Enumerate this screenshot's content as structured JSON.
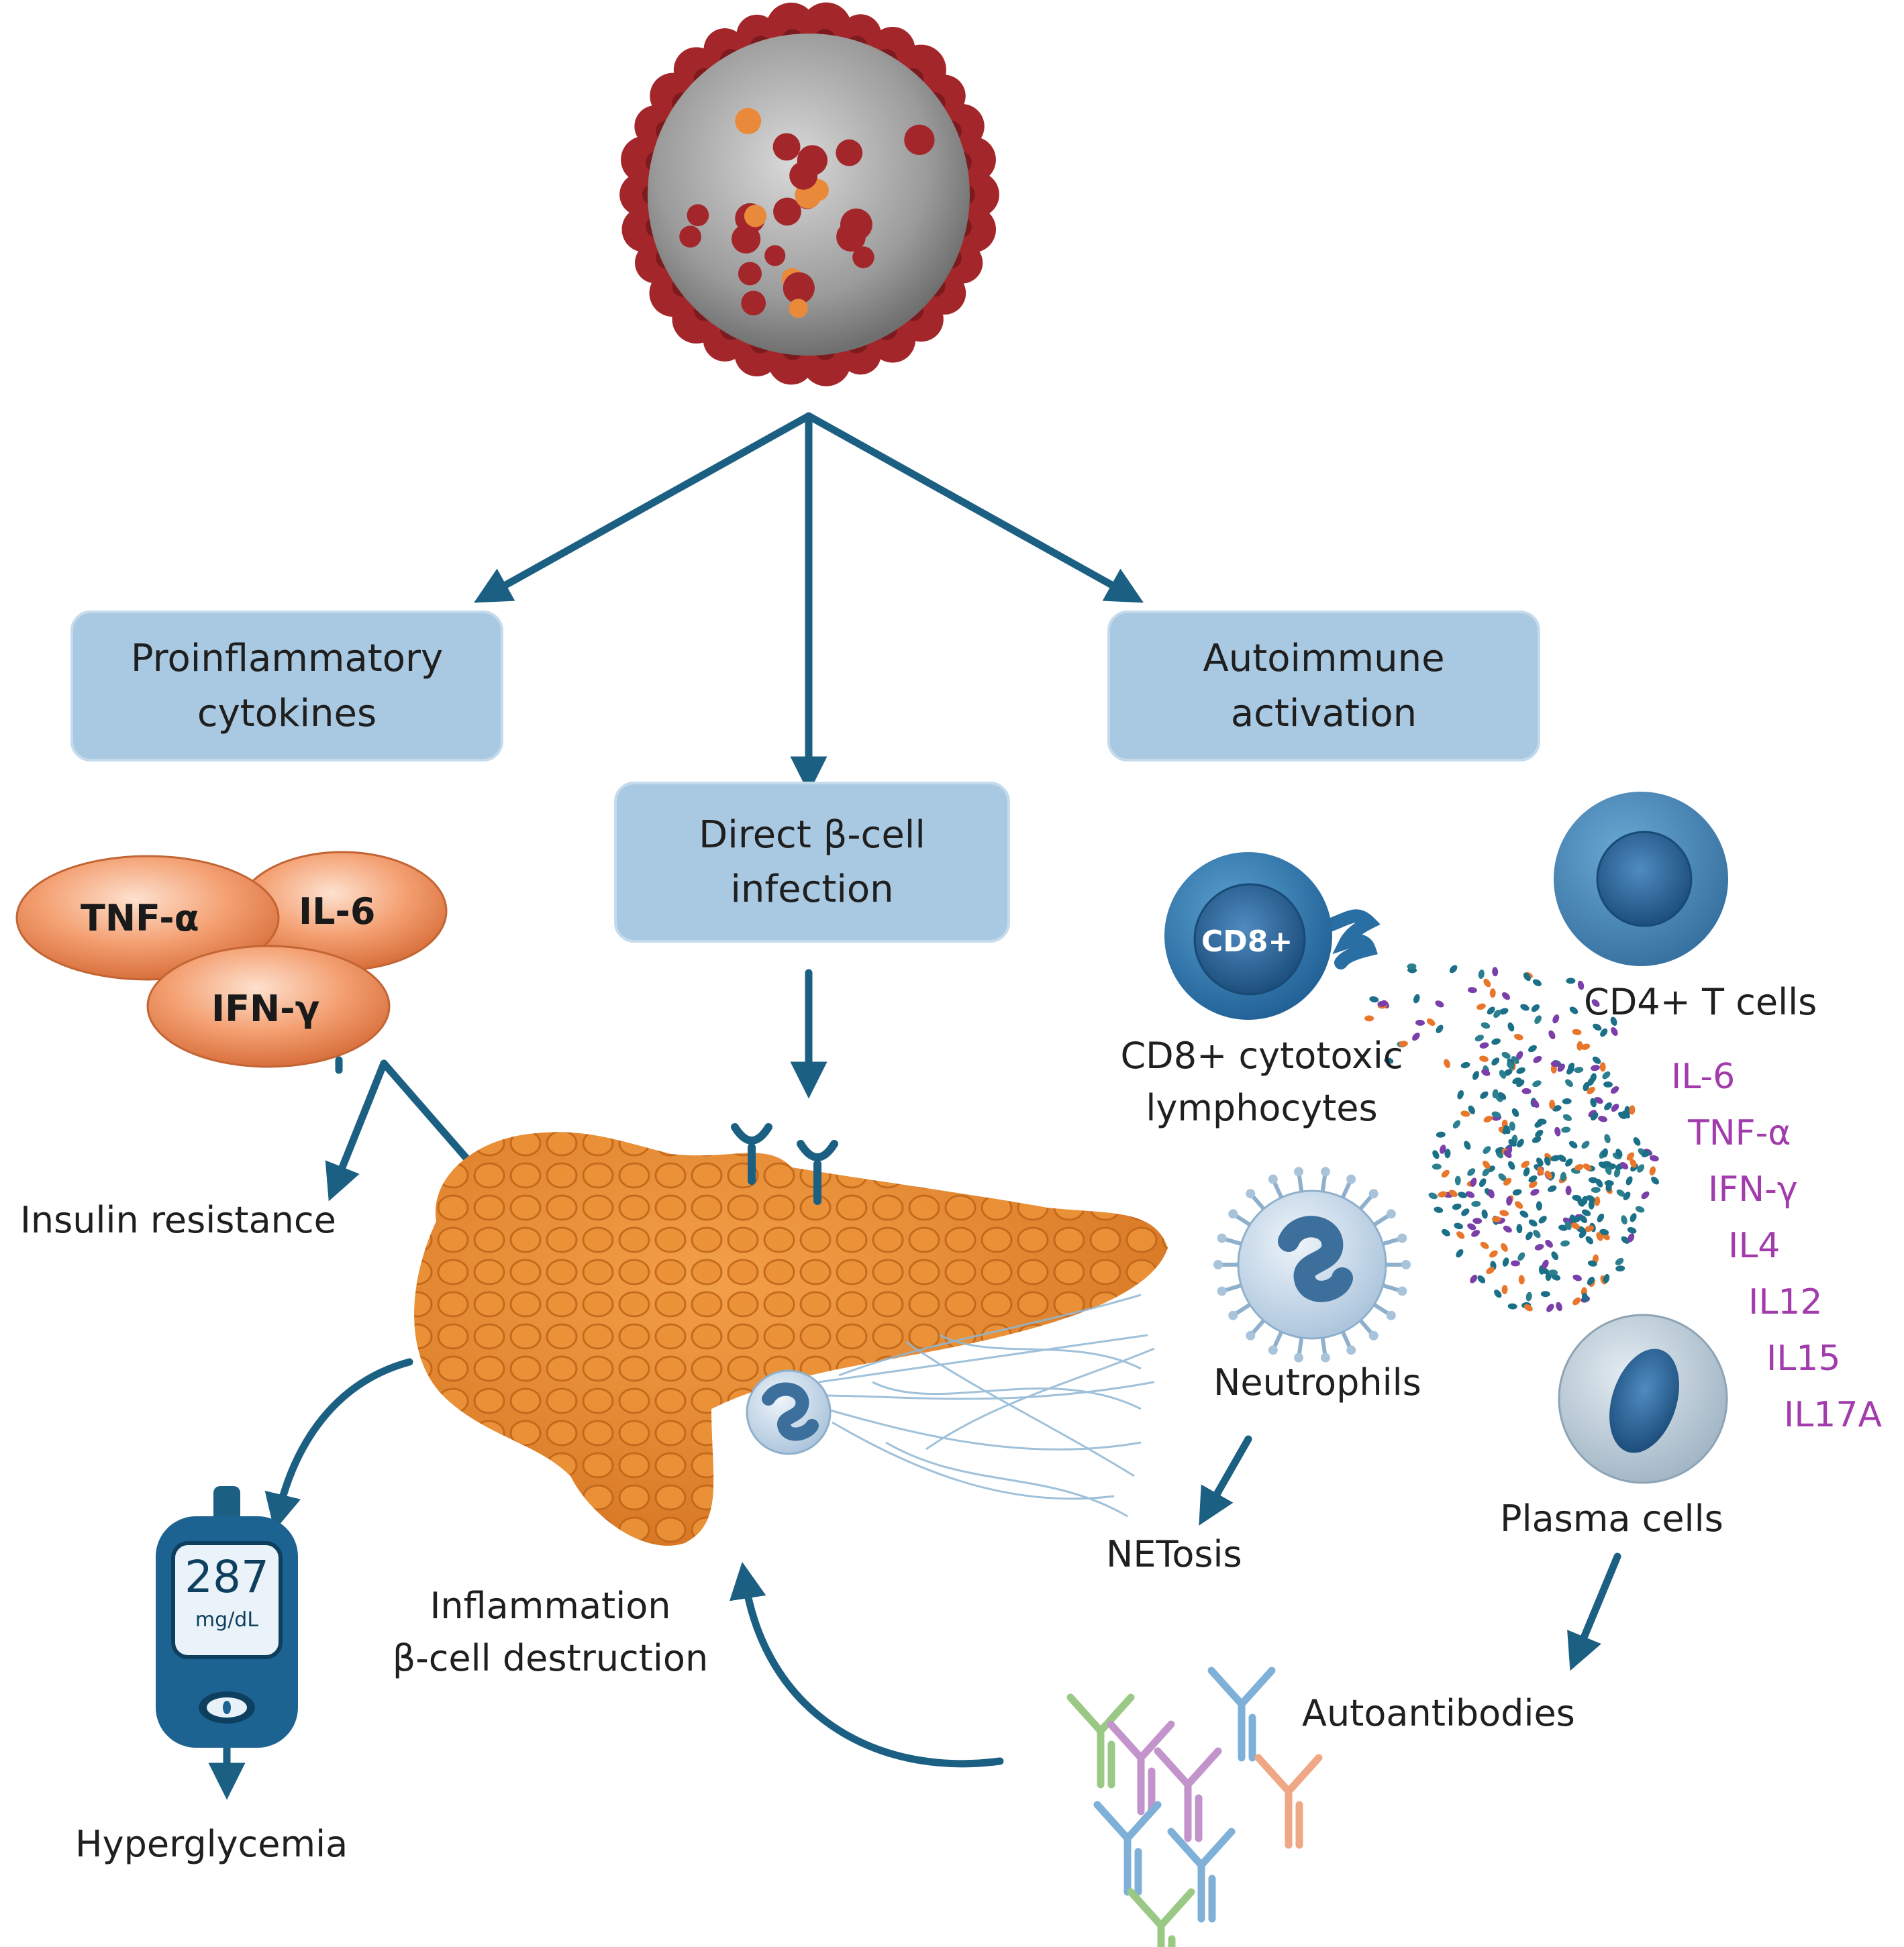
{
  "flow_boxes": {
    "proinflammatory": [
      "Proinflammatory",
      "cytokines"
    ],
    "direct": [
      "Direct β-cell",
      "infection"
    ],
    "autoimmune": [
      "Autoimmune",
      "activation"
    ]
  },
  "cytokine_ovals": [
    "TNF-α",
    "IL-6",
    "IFN-γ"
  ],
  "labels": {
    "insulin_resistance": "Insulin resistance",
    "hyperglycemia": "Hyperglycemia",
    "pancreas": [
      "Inflammation",
      "β-cell destruction"
    ],
    "cd8_marker": "CD8+",
    "cd8_label": [
      "CD8+ cytotoxic",
      "lymphocytes"
    ],
    "cd4_label": "CD4+ T cells",
    "neutrophils": "Neutrophils",
    "netosis": "NETosis",
    "plasma_cells": "Plasma cells",
    "autoantibodies": "Autoantibodies"
  },
  "cytokine_list": [
    "IL-6",
    "TNF-α",
    "IFN-γ",
    "IL4",
    "IL12",
    "IL15",
    "IL17A"
  ],
  "glucometer": {
    "value": "287",
    "unit": "mg/dL"
  },
  "colors": {
    "arrow": "#1b5f82",
    "box": "#a9c9e2",
    "cytokine_text": "#a23bab",
    "pancreas": "#e5852c",
    "virus_spike": "#a3262a"
  }
}
